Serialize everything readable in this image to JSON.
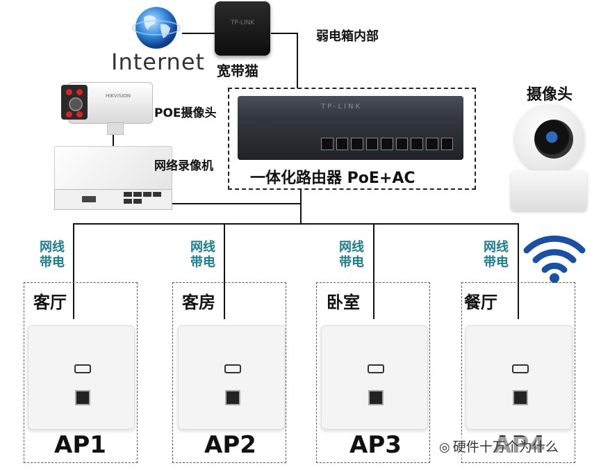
{
  "top": {
    "internet_label": "Internet",
    "modem_label": "宽带猫",
    "box_label": "弱电箱内部",
    "router_label": "一体化路由器 PoE+AC",
    "modem_brand": "TP-LINK",
    "router_brand": "TP-LINK"
  },
  "left": {
    "poe_camera_label": "POE摄像头",
    "camera_brand": "HIKVISION",
    "nvr_label": "网络录像机"
  },
  "right": {
    "camera_label": "摄像头"
  },
  "aps": [
    {
      "cable": "网线",
      "power": "带电",
      "room": "客厅",
      "name": "AP1"
    },
    {
      "cable": "网线",
      "power": "带电",
      "room": "客房",
      "name": "AP2"
    },
    {
      "cable": "网线",
      "power": "带电",
      "room": "卧室",
      "name": "AP3"
    },
    {
      "cable": "网线",
      "power": "带电",
      "room": "餐厅",
      "name": "AP4"
    }
  ],
  "watermark": "硬件十万个为什么",
  "colors": {
    "teal": "#1b7d8c",
    "wifi": "#1a4fa8",
    "router": "#2d3138"
  }
}
